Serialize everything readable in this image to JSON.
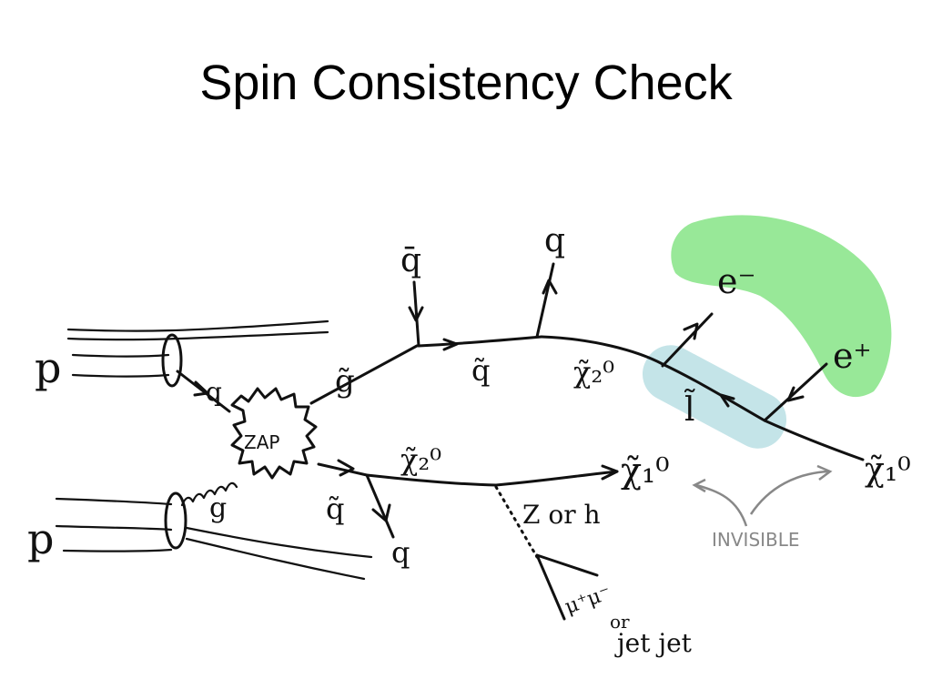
{
  "title": "Spin Consistency Check",
  "colors": {
    "lepton_region": "#98e898",
    "slepton_region": "#c4e4e8",
    "ink": "#111111",
    "invisible_note": "#888888"
  },
  "labels": {
    "proton_top": "p",
    "proton_bottom": "p",
    "quark_in": "q",
    "gluon_in": "g",
    "zap": "ZAP",
    "gluino": "g̃",
    "squark_top": "q̃",
    "antiquark_top": "q̄",
    "quark_top_out": "q",
    "neutralino2_top": "χ̃₂⁰",
    "slepton": "l̃",
    "electron": "e⁻",
    "positron": "e⁺",
    "neutralino1_top": "χ̃₁⁰",
    "squark_bottom": "q̃",
    "quark_bottom_out": "q",
    "neutralino2_bottom": "χ̃₂⁰",
    "neutralino1_bottom": "χ̃₁⁰",
    "z_or_h": "Z or h",
    "muons": "μ⁺μ⁻",
    "or_word": "or",
    "jet_jet": "jet jet",
    "invisible": "INVISIBLE"
  }
}
